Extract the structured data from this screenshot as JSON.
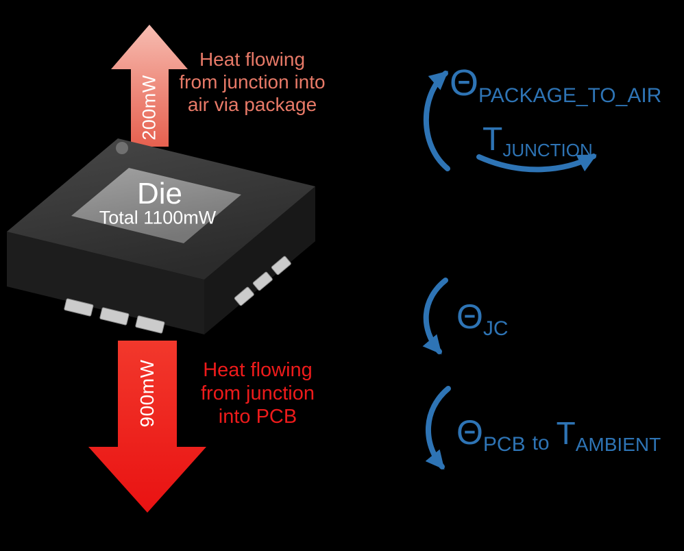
{
  "diagram": {
    "background": "#000000",
    "accent_blue": "#2e74b5",
    "salmon": "#e87a68",
    "red": "#ee1b1b"
  },
  "chip": {
    "die_label": "Die",
    "die_total": "Total 1100mW"
  },
  "top_flow": {
    "arrow_value": "200mW",
    "caption_lines": [
      "Heat flowing",
      "from junction into",
      "air via package"
    ]
  },
  "bottom_flow": {
    "arrow_value": "900mW",
    "caption_lines": [
      "Heat flowing",
      "from junction",
      "into PCB"
    ]
  },
  "thermal_labels": {
    "package_to_air": {
      "symbol": "Θ",
      "subscript": "PACKAGE_TO_AIR"
    },
    "junction": {
      "symbol": "T",
      "subscript": "JUNCTION"
    },
    "junction_to_case": {
      "symbol": "Θ",
      "subscript": "JC"
    },
    "pcb_to_ambient": {
      "symbol": "Θ",
      "subscript": "PCB",
      "connector": "to",
      "symbol2": "T",
      "subscript2": "AMBIENT"
    }
  }
}
